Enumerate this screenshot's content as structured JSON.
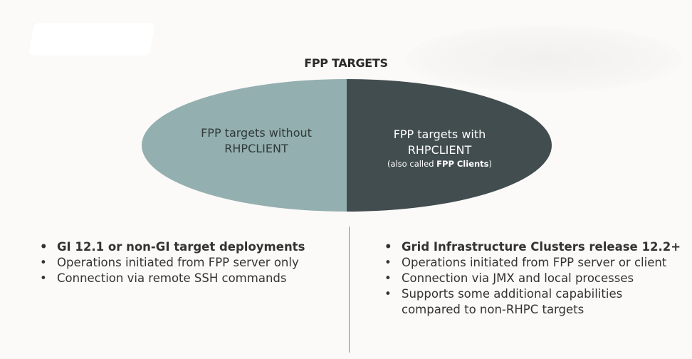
{
  "title": "FPP TARGETS",
  "ellipse": {
    "left_label_line1": "FPP targets without",
    "left_label_line2": "RHPCLIENT",
    "right_label_line1": "FPP targets with",
    "right_label_line2": "RHPCLIENT",
    "right_note_prefix": "(also called ",
    "right_note_bold": "FPP Clients",
    "right_note_suffix": ")",
    "left_color": "#94afaf",
    "right_color": "#424d4f"
  },
  "left_bullets": [
    "GI 12.1 or non-GI target deployments",
    "Operations initiated from FPP server only",
    "Connection via remote SSH commands"
  ],
  "right_bullets": [
    "Grid Infrastructure Clusters release 12.2+",
    "Operations initiated from FPP server or client",
    "Connection via JMX and local processes",
    "Supports some additional capabilities compared to non-RHPC targets"
  ]
}
